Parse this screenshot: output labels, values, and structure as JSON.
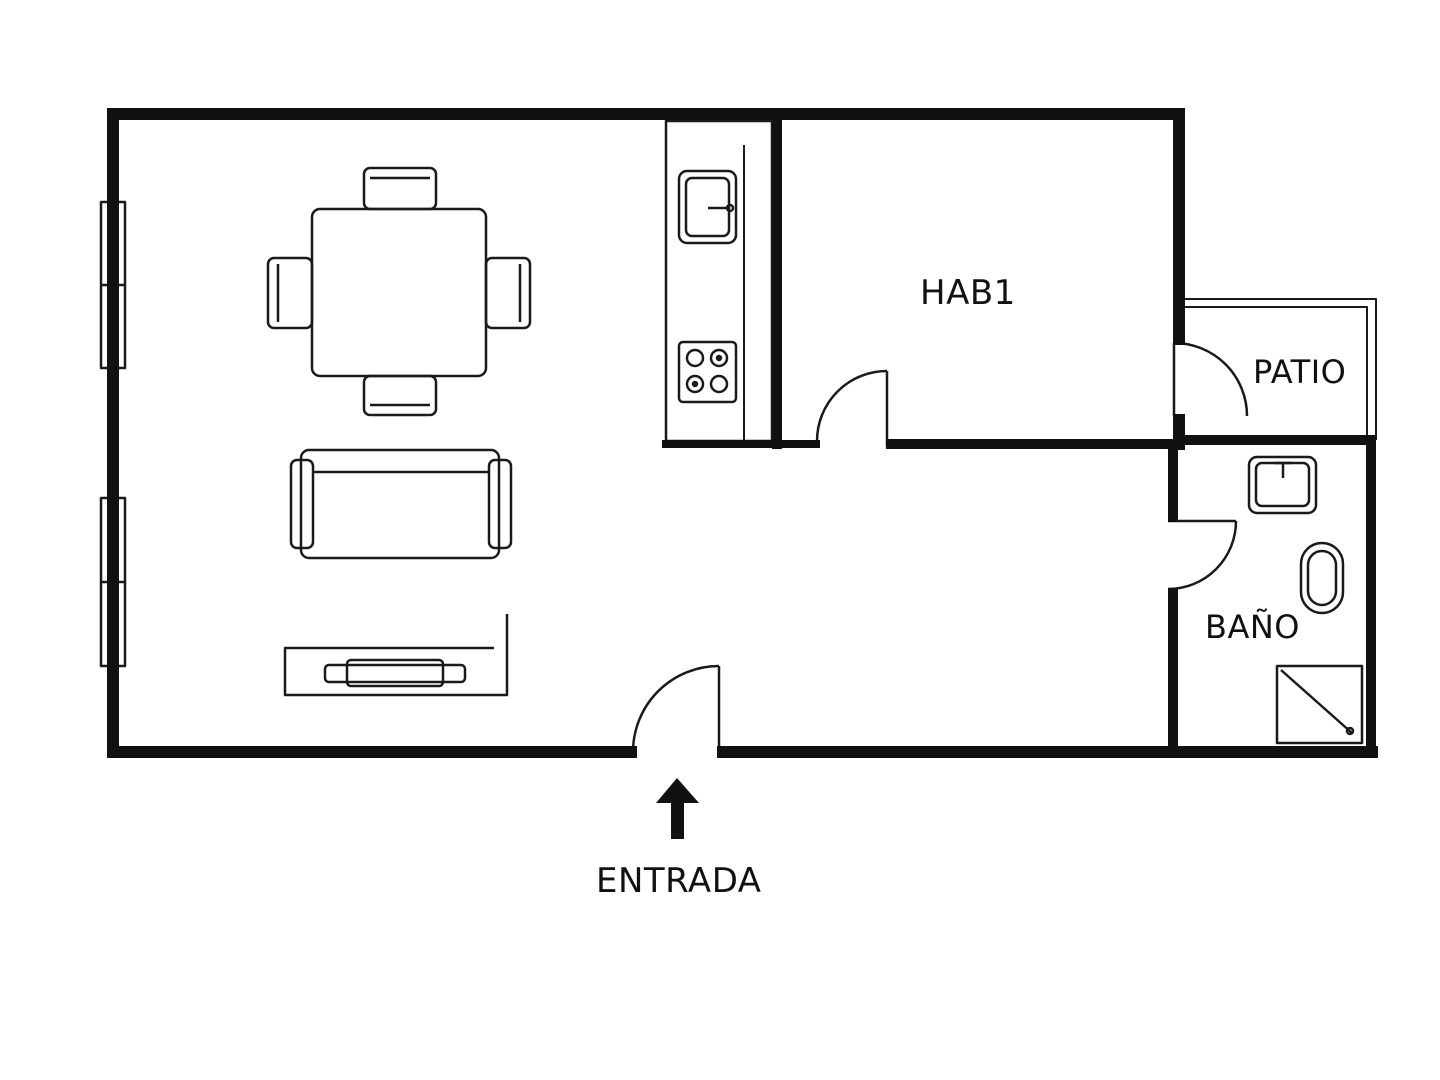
{
  "colors": {
    "wall": "#111111",
    "furniture": "#1a1a1a",
    "background": "#ffffff"
  },
  "rooms": {
    "bedroom": "HAB1",
    "patio": "PATIO",
    "bathroom": "BAÑO"
  },
  "entrance": {
    "label": "ENTRADA",
    "icon": "arrow-up-icon"
  },
  "icons": [
    "dining-table-icon",
    "sofa-icon",
    "tv-unit-icon",
    "kitchen-sink-icon",
    "stove-icon",
    "bathroom-sink-icon",
    "toilet-icon",
    "shower-icon",
    "door-swing-icon",
    "window-icon"
  ]
}
